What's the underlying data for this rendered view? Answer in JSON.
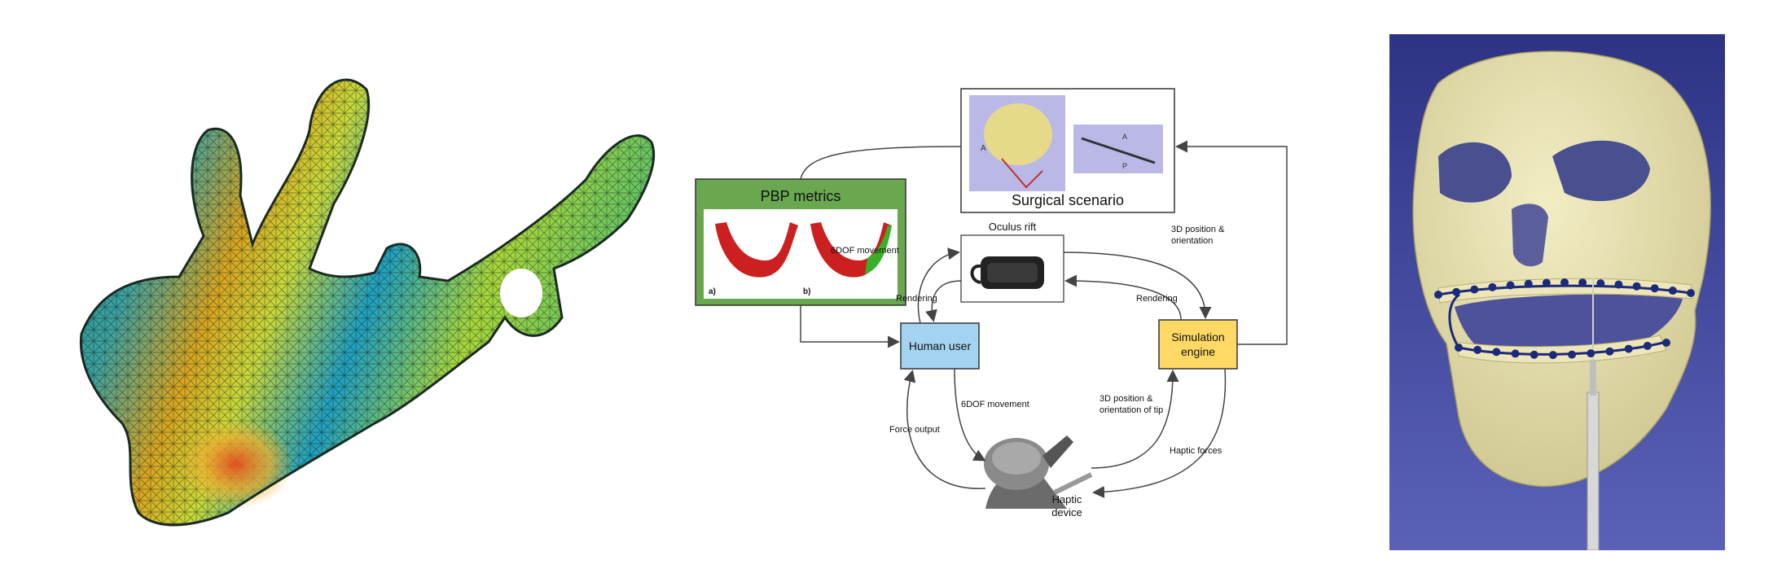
{
  "diagram": {
    "surgical_scenario": {
      "title": "Surgical scenario",
      "callouts": [
        "A",
        "P"
      ]
    },
    "pbp_metrics": {
      "title": "PBP metrics",
      "label_a": "a)",
      "label_b": "b)"
    },
    "oculus_rift": "Oculus rift",
    "human_user": "Human user",
    "simulation_engine": [
      "Simulation",
      "engine"
    ],
    "haptic_device": [
      "Haptic",
      "device"
    ],
    "edges": {
      "sixdof_to_rift": "6DOF movement",
      "rendering_left": "Rendering",
      "rendering_right": "Rendering",
      "position_orientation": [
        "3D position &",
        "orientation"
      ],
      "sixdof_to_haptic": "6DOF movement",
      "position_tip": [
        "3D position &",
        "orientation of tip"
      ],
      "force_output": "Force output",
      "haptic_forces": "Haptic forces"
    }
  },
  "colors": {
    "pbp_header": "#6aa84f",
    "human_user": "#a4d3f1",
    "simulation_engine": "#ffd966",
    "mesh_blue": "#2c7bb6",
    "mesh_yellow": "#d9e33a",
    "mesh_red": "#d7301f",
    "skull_bone": "#e8e2b0",
    "skull_bg": "#3a3f94"
  },
  "icons": [
    "mandible-mesh-image",
    "skull-render-image",
    "headset-icon",
    "haptic-device-icon",
    "mandible-thumbnail-icon",
    "surgical-tool-icon"
  ]
}
